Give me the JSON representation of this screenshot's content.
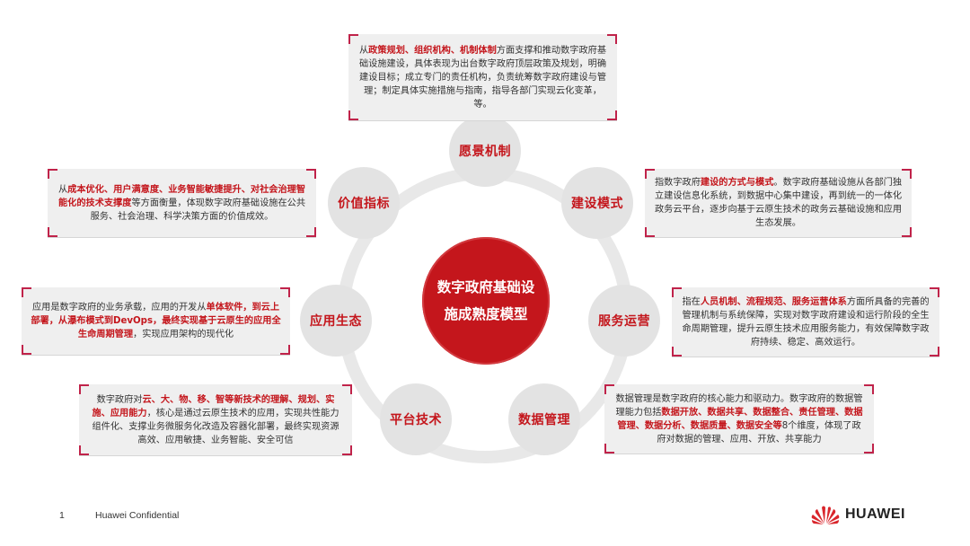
{
  "diagram": {
    "center_title_line1": "数字政府基础设",
    "center_title_line2": "施成熟度模型",
    "nodes": [
      {
        "id": "vision",
        "label": "愿景机制"
      },
      {
        "id": "construction",
        "label": "建设模式"
      },
      {
        "id": "service",
        "label": "服务运营"
      },
      {
        "id": "data",
        "label": "数据管理"
      },
      {
        "id": "platform",
        "label": "平台技术"
      },
      {
        "id": "app",
        "label": "应用生态"
      },
      {
        "id": "value",
        "label": "价值指标"
      }
    ],
    "descriptions": {
      "vision": [
        {
          "t": "从",
          "h": false
        },
        {
          "t": "政策规划、组织机构、机制体制",
          "h": true
        },
        {
          "t": "方面支撑和推动数字政府基础设施建设，具体表现为出台数字政府顶层政策及规划，明确建设目标；成立专门的责任机构，负责统筹数字政府建设与管理；制定具体实施措施与指南，指导各部门实现云化变革，等。",
          "h": false
        }
      ],
      "value": [
        {
          "t": "从",
          "h": false
        },
        {
          "t": "成本优化、用户满意度、业务智能敏捷提升、对社会治理智能化的技术支撑度",
          "h": true
        },
        {
          "t": "等方面衡量，体现数字政府基础设施在公共服务、社会治理、科学决策方面的价值成效。",
          "h": false
        }
      ],
      "construction": [
        {
          "t": "指数字政府",
          "h": false
        },
        {
          "t": "建设的方式与模式",
          "h": true
        },
        {
          "t": "。数字政府基础设施从各部门独立建设信息化系统，到数据中心集中建设，再到统一的一体化政务云平台，逐步向基于云原生技术的政务云基础设施和应用生态发展。",
          "h": false
        }
      ],
      "app": [
        {
          "t": "应用是数字政府的业务承载，应用的开发从",
          "h": false
        },
        {
          "t": "单体软件，到云上部署，从瀑布模式到DevOps，最终实现基于云原生的应用全生命周期管理",
          "h": true
        },
        {
          "t": "，实现应用架构的现代化",
          "h": false
        }
      ],
      "service": [
        {
          "t": "指在",
          "h": false
        },
        {
          "t": "人员机制、流程规范、服务运营体系",
          "h": true
        },
        {
          "t": "方面所具备的完善的管理机制与系统保障，实现对数字政府建设和运行阶段的全生命周期管理，提升云原生技术应用服务能力，有效保障数字政府持续、稳定、高效运行。",
          "h": false
        }
      ],
      "platform": [
        {
          "t": "数字政府对",
          "h": false
        },
        {
          "t": "云、大、物、移、智等新技术的理解、规划、实施、应用能力",
          "h": true
        },
        {
          "t": "，核心是通过云原生技术的应用，实现共性能力组件化、支撑业务微服务化改造及容器化部署，最终实现资源高效、应用敏捷、业务智能、安全可信",
          "h": false
        }
      ],
      "data": [
        {
          "t": "数据管理是数字政府的核心能力和驱动力。数字政府的数据管理能力包括",
          "h": false
        },
        {
          "t": "数据开放、数据共享、数据整合、责任管理、数据管理、数据分析、数据质量、数据安全等",
          "h": true
        },
        {
          "t": "8个维度，体现了政府对数据的管理、应用、开放、共享能力",
          "h": false
        }
      ]
    }
  },
  "footer": {
    "page_number": "1",
    "confidential": "Huawei Confidential",
    "brand": "HUAWEI"
  },
  "colors": {
    "accent": "#c4161c",
    "node_bg": "#e3e3e3",
    "box_bg": "#efefef",
    "corner": "#c0234a"
  }
}
